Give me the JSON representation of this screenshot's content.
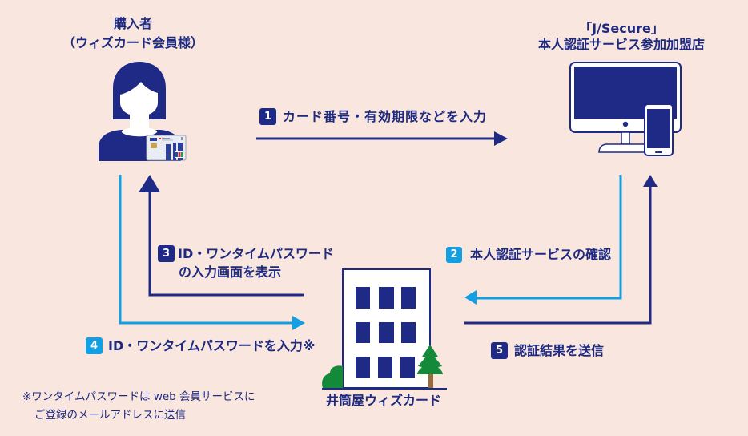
{
  "colors": {
    "background": "#f9e6df",
    "navy": "#1e2a86",
    "light_blue": "#12a0e4",
    "tree_green": "#14893a",
    "trunk_brown": "#9a6a3a",
    "white": "#ffffff"
  },
  "actors": {
    "purchaser": {
      "title": "購入者",
      "subtitle": "（ウィズカード会員様）",
      "icon": "person-with-card-icon"
    },
    "merchant": {
      "title": "「J/Secure」",
      "subtitle": "本人認証サービス参加加盟店",
      "icon": "monitor-and-smartphone-icon"
    },
    "issuer": {
      "name": "井筒屋ウィズカード",
      "icon": "building-icon"
    }
  },
  "steps": [
    {
      "number": "1",
      "label": "カード番号・有効期限などを入力",
      "direction": "purchaser-to-merchant"
    },
    {
      "number": "2",
      "label": "本人認証サービスの確認",
      "direction": "merchant-to-issuer"
    },
    {
      "number": "3",
      "label_line1": "ID・ワンタイムパスワード",
      "label_line2": "の入力画面を表示",
      "direction": "issuer-to-purchaser"
    },
    {
      "number": "4",
      "label": "ID・ワンタイムパスワードを入力※",
      "direction": "purchaser-to-issuer"
    },
    {
      "number": "5",
      "label": "認証結果を送信",
      "direction": "issuer-to-merchant"
    }
  ],
  "footnote": {
    "line1": "※ワンタイムパスワードは web 会員サービスに",
    "line2": "ご登録のメールアドレスに送信"
  }
}
